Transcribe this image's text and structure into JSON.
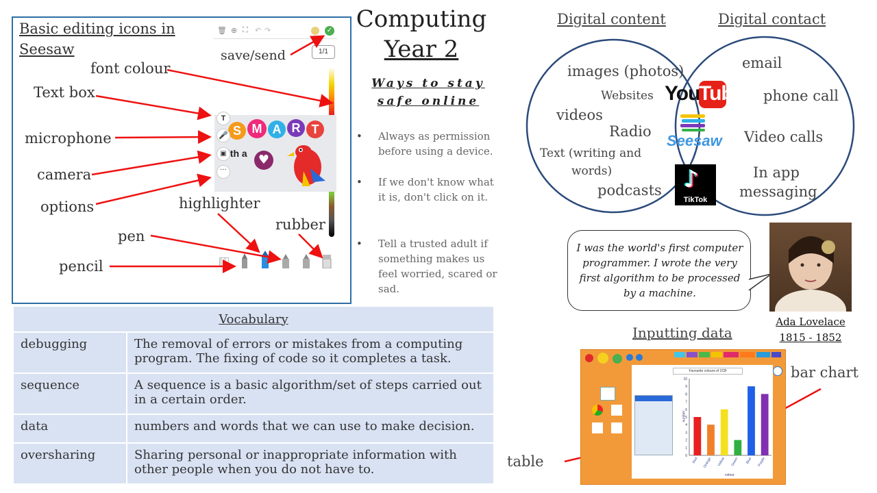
{
  "seesaw": {
    "heading_line1": "Basic editing icons in",
    "heading_line2": "Seesaw",
    "page_counter": "1/1",
    "labels": {
      "save_send": "save/send",
      "font_colour": "font colour",
      "text_box": "Text box",
      "microphone": "microphone",
      "camera": "camera",
      "options": "options",
      "highlighter": "highlighter",
      "rubber": "rubber",
      "pen": "pen",
      "pencil": "pencil"
    },
    "canvas": {
      "smart_letters": [
        "S",
        "M",
        "A",
        "R",
        "T"
      ],
      "with_a": "with a",
      "text_tool": "T"
    }
  },
  "title": {
    "line1": "Computing",
    "line2": "Year 2"
  },
  "stay_safe": {
    "heading_line1": "Ways to stay",
    "heading_line2": "safe online",
    "bullets": [
      "Always as permission before using a device.",
      "If we don't know what it is, don't click on it.",
      "Tell a trusted adult if something makes us feel worried, scared or sad."
    ]
  },
  "vocabulary": {
    "header": "Vocabulary",
    "rows": [
      {
        "term": "debugging",
        "definition": "The removal of errors or mistakes from a computing program. The fixing of code so it completes a task."
      },
      {
        "term": "sequence",
        "definition": "A sequence is a basic algorithm/set of steps carried out in a certain order."
      },
      {
        "term": "data",
        "definition": "numbers and words that we can use to make decision."
      },
      {
        "term": "oversharing",
        "definition": "Sharing personal or inappropriate information with other people when you do not have to."
      }
    ]
  },
  "venn": {
    "left_title": "Digital content",
    "right_title": "Digital contact",
    "left_items": {
      "images": "images (photos)",
      "websites": "Websites",
      "videos": "videos",
      "radio": "Radio",
      "text_line1": "Text (writing and",
      "text_line2": "words)",
      "podcasts": "podcasts"
    },
    "right_items": {
      "email": "email",
      "phone": "phone call",
      "video_calls": "Video calls",
      "messaging_line1": "In app",
      "messaging_line2": "messaging"
    },
    "logos": {
      "youtube": "YouTube",
      "seesaw": "Seesaw",
      "tiktok": "TikTok"
    }
  },
  "ada": {
    "quote": "I was the world's first computer programmer. I wrote the very first algorithm to be processed by a machine.",
    "name": "Ada Lovelace",
    "years": "1815 - 1852"
  },
  "inputting": {
    "heading": "Inputting data",
    "bar_chart_label": "bar chart",
    "table_label": "table",
    "chart_title": "Favourite colours of 2CB",
    "xlabel": "colour",
    "ylabel": "number"
  },
  "chart_data": {
    "type": "bar",
    "title": "Favourite colours of 2CB",
    "xlabel": "colour",
    "ylabel": "number",
    "categories": [
      "Red",
      "Orange",
      "Yellow",
      "Green",
      "Blue",
      "Purple"
    ],
    "values": [
      5,
      4,
      6,
      2,
      9,
      8
    ],
    "colors": [
      "#e82020",
      "#f0802a",
      "#f5e020",
      "#30b040",
      "#2060e8",
      "#8030b0"
    ],
    "ylim": [
      0,
      10
    ],
    "yticks": [
      "0",
      "1",
      "2",
      "3",
      "4",
      "5",
      "6",
      "7",
      "8",
      "9",
      "10"
    ],
    "grid": false
  }
}
